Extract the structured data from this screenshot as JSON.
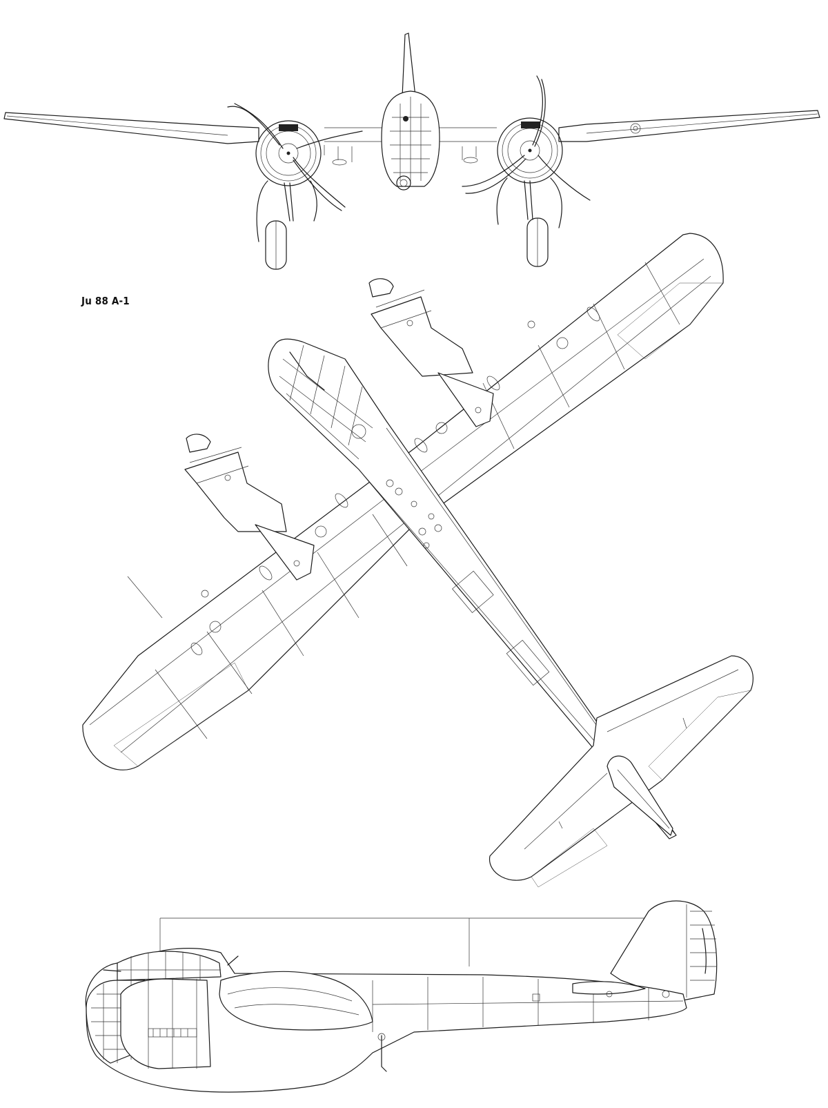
{
  "title": "Ju 88 A-1",
  "views": {
    "front": "front-view",
    "top": "top-view",
    "side": "side-view"
  },
  "colors": {
    "ink": "#1a1a1a",
    "paper": "#ffffff"
  }
}
